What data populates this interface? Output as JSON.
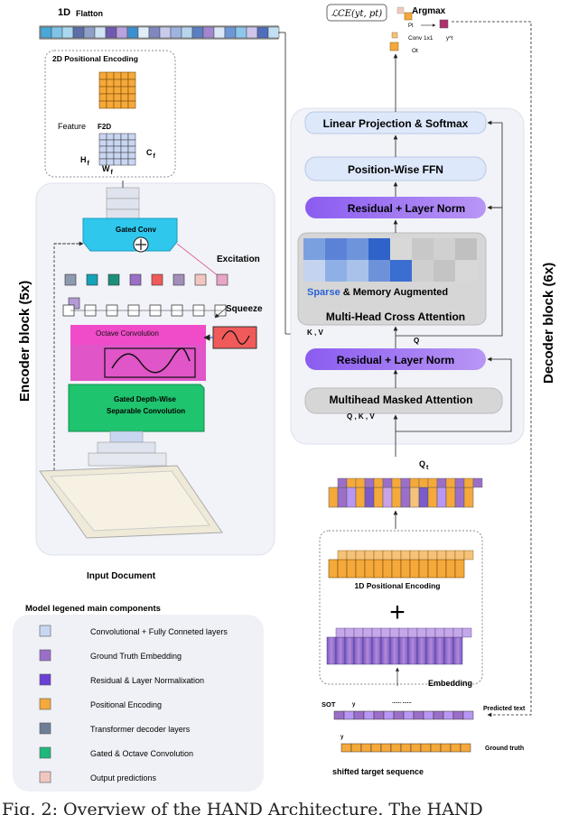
{
  "flatten": {
    "label": "1D",
    "label2": "Flatton"
  },
  "pos2d": {
    "label": "2D Positional Encoding"
  },
  "feature": {
    "label": "Feature",
    "f2d": "F2D",
    "h": "H",
    "hsub": "f",
    "c": "C",
    "csub": "f",
    "w": "W",
    "wsub": "f"
  },
  "encoder": {
    "block_label": "Encoder  block (5x)",
    "gated_conv": "Gated Conv",
    "excitation": "Excitation",
    "squeeze": "Squeeze",
    "octave": "Octave Convolution",
    "gated_dw_1": "Gated Depth-Wise",
    "gated_dw_2": "Separable Convolution",
    "input_doc": "Input Document"
  },
  "decoder": {
    "block_label": "Decoder block (6x)",
    "linear": "Linear Projection & Softmax",
    "ffn": "Position-Wise FFN",
    "res_norm_top": "Residual + Layer Norm",
    "sparse": "Sparse",
    "memory_aug": " & Memory Augmented",
    "cross_attn": "Multi-Head Cross Attention",
    "kv": "K , V",
    "q": "Q",
    "res_norm_bottom": "Residual + Layer Norm",
    "masked_attn": "Multihead Masked Attention",
    "qkv": "Q , K , V",
    "qt": "Q",
    "qt_sub": "t"
  },
  "output": {
    "loss": "ℒCE(yt, pt)",
    "argmax": "Argmax",
    "pt": "Pt",
    "yt": "y^t",
    "conv": "Conv 1x1",
    "ot": "Ot"
  },
  "embedding": {
    "pos1d": "1D Positional Encoding",
    "plus": "+",
    "label": "Embedding",
    "sot": "SOT",
    "tok1": "y",
    "tok2": "y",
    "dots": "......      ......",
    "predicted": "Predicted text",
    "ground": "Ground truth",
    "shifted": "shifted target sequence"
  },
  "legend": {
    "title": "Model legened main components",
    "items": [
      {
        "label": "Convolutional + Fully Conneted layers",
        "color": "#c9d6f2"
      },
      {
        "label": "Ground Truth Embedding",
        "color": "#9b6fc8"
      },
      {
        "label": "Residual & Layer Normalixation",
        "color": "#6a3fd6"
      },
      {
        "label": "Positional Encoding",
        "color": "#f5a93a"
      },
      {
        "label": "Transformer decoder layers",
        "color": "#6e7f95"
      },
      {
        "label": "Gated & Octave Convolution",
        "color": "#1fb87a"
      },
      {
        "label": "Output predictions",
        "color": "#f2c6c0"
      }
    ]
  },
  "caption": "Fig. 2: Overview of the HAND Architecture. The HAND"
}
